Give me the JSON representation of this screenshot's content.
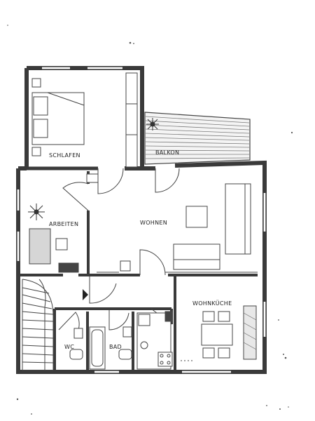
{
  "floorplan": {
    "rooms": {
      "schlafen": "SCHLAFEN",
      "balkon": "BALKON",
      "arbeiten": "ARBEITEN",
      "wohnen": "WOHNEN",
      "wohnkueche": "WOHNKÜCHE",
      "wc": "WC",
      "bad": "BAD"
    },
    "colors": {
      "wall": "#3a3a3a",
      "line": "#444444",
      "paper": "#ffffff",
      "hatch": "#7a7a7a"
    }
  }
}
